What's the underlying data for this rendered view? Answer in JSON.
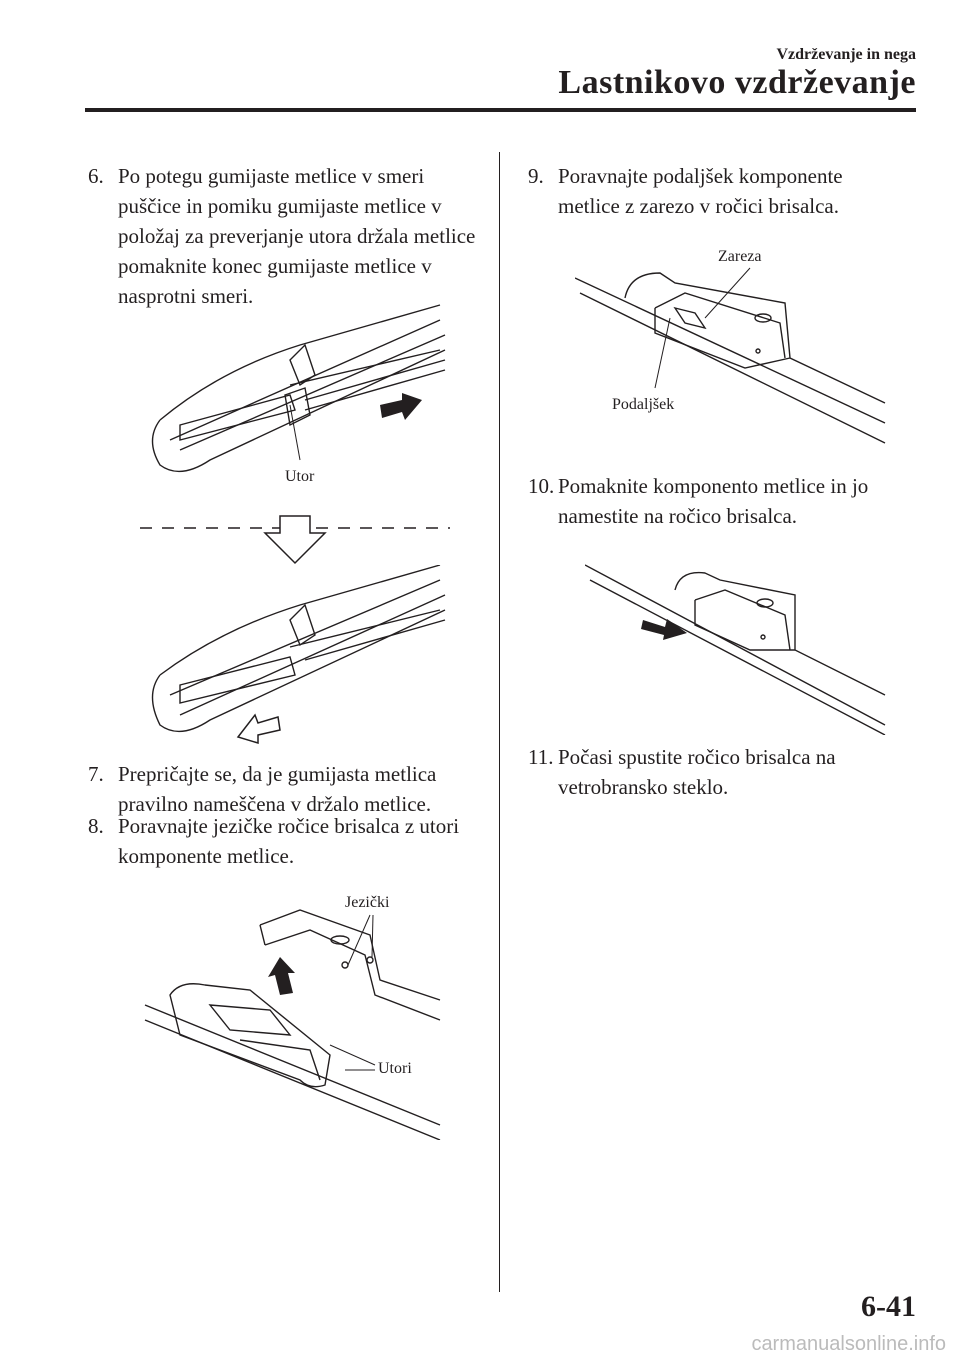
{
  "header": {
    "subtitle": "Vzdrževanje in nega",
    "title": "Lastnikovo vzdrževanje"
  },
  "steps": [
    {
      "num": "6.",
      "text": "Po potegu gumijaste metlice v smeri puščice in pomiku gumijaste metlice v položaj za preverjanje utora držala metlice pomaknite konec gumijaste metlice v nasprotni smeri."
    },
    {
      "num": "7.",
      "text": "Prepričajte se, da je gumijasta metlica pravilno nameščena v držalo metlice."
    },
    {
      "num": "8.",
      "text": "Poravnajte jezičke ročice brisalca z utori komponente metlice."
    },
    {
      "num": "9.",
      "text": "Poravnajte podaljšek komponente metlice z zarezo v ročici brisalca."
    },
    {
      "num": "10.",
      "text": "Pomaknite komponento metlice in jo namestite na ročico brisalca."
    },
    {
      "num": "11.",
      "text": "Počasi spustite ročico brisalca na vetrobransko steklo."
    }
  ],
  "labels": {
    "utor": "Utor",
    "jezicki": "Jezički",
    "utori": "Utori",
    "zareza": "Zareza",
    "podaljsek": "Podaljšek"
  },
  "footer": {
    "page_number": "6-41",
    "watermark": "carmanualsonline.info"
  }
}
